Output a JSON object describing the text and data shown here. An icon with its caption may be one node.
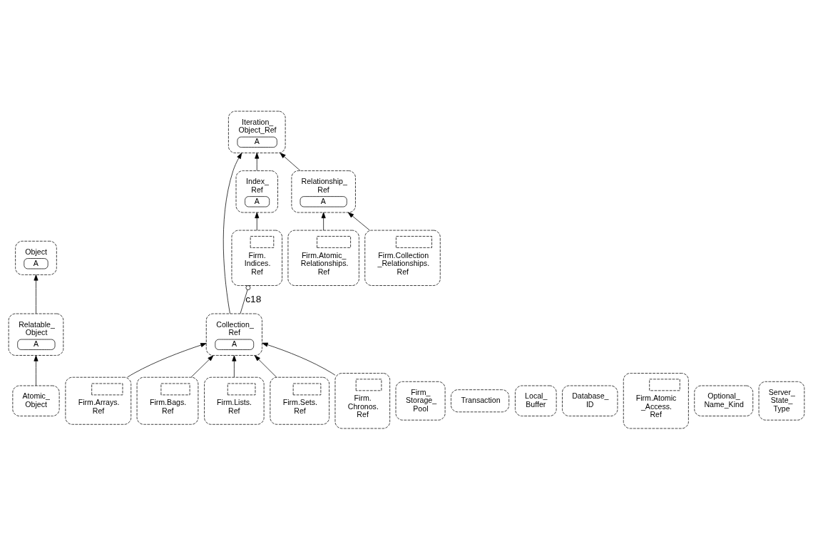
{
  "diagram": {
    "nodes": [
      {
        "text": [
          "Object",
          "A"
        ]
      },
      {
        "text": [
          "Relatable_ Object",
          "A"
        ]
      },
      {
        "text": [
          "Atomic_ Object"
        ]
      },
      {
        "text": [
          "Iteration_ Object_Ref",
          "A"
        ]
      },
      {
        "text": [
          "Index_ Ref",
          "A"
        ]
      },
      {
        "text": [
          "Relationship_ Ref",
          "A"
        ]
      },
      {
        "text": [
          "Collection_ Ref",
          "A"
        ]
      },
      {
        "text": [
          "Firm. Indices. Ref"
        ]
      },
      {
        "text": [
          "Firm.Atomic_ Relationships. Ref"
        ]
      },
      {
        "text": [
          "Firm.Collection _Relationships. Ref"
        ]
      },
      {
        "text": [
          "Firm.Arrays. Ref"
        ]
      },
      {
        "text": [
          "Firm.Bags. Ref"
        ]
      },
      {
        "text": [
          "Firm.Lists. Ref"
        ]
      },
      {
        "text": [
          "Firm.Sets. Ref"
        ]
      },
      {
        "text": [
          "Firm. Chronos. Ref"
        ]
      },
      {
        "text": [
          "Firm_ Storage_ Pool"
        ]
      },
      {
        "text": [
          "Transaction"
        ]
      },
      {
        "text": [
          "Local_ Buffer"
        ]
      },
      {
        "text": [
          "Database_ ID"
        ]
      },
      {
        "text": [
          "Firm.Atomic _Access. Ref"
        ]
      },
      {
        "text": [
          "Optional_ Name_Kind"
        ]
      },
      {
        "text": [
          "Server_ State_ Type"
        ]
      }
    ],
    "edges": [
      {
        "from": 1,
        "to": 0,
        "arrow": "to"
      },
      {
        "from": 2,
        "to": 1,
        "arrow": "to"
      },
      {
        "from": 4,
        "to": 3,
        "arrow": "to"
      },
      {
        "from": 5,
        "to": 3,
        "arrow": "to"
      },
      {
        "from": 6,
        "to": 3,
        "arrow": "to"
      },
      {
        "from": 6,
        "to": 7,
        "arrow": "other",
        "label": "c18"
      },
      {
        "from": 7,
        "to": 4,
        "arrow": "to"
      },
      {
        "from": 8,
        "to": 5,
        "arrow": "to"
      },
      {
        "from": 9,
        "to": 5,
        "arrow": "to"
      },
      {
        "from": 10,
        "to": 6,
        "arrow": "to"
      },
      {
        "from": 11,
        "to": 6,
        "arrow": "to"
      },
      {
        "from": 12,
        "to": 6,
        "arrow": "to"
      },
      {
        "from": 13,
        "to": 6,
        "arrow": "to"
      },
      {
        "from": 14,
        "to": 6,
        "arrow": "to"
      }
    ]
  }
}
